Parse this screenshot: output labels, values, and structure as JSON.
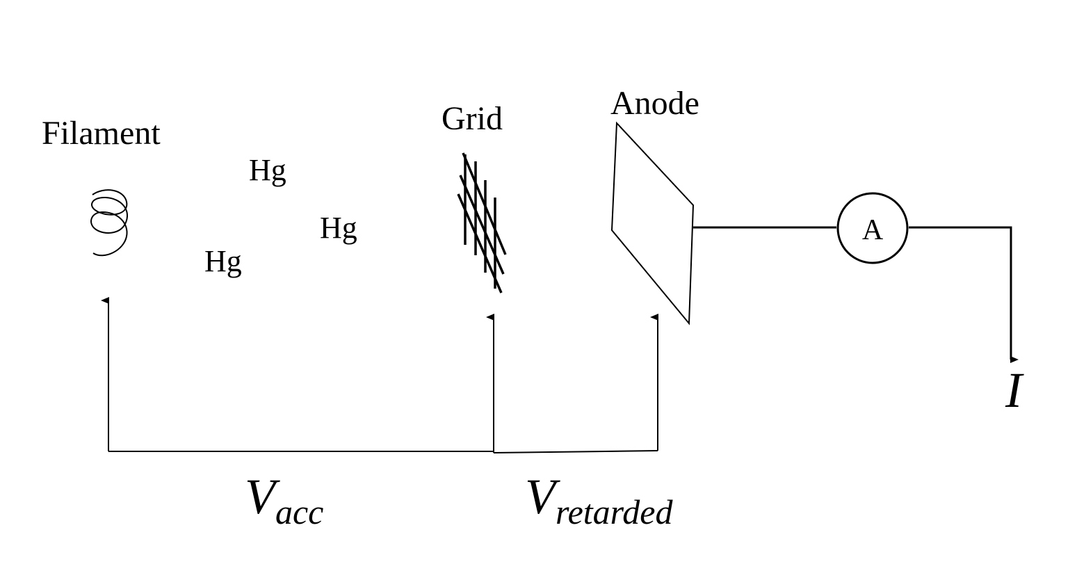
{
  "labels": {
    "filament": "Filament",
    "grid": "Grid",
    "anode": "Anode",
    "mercury_atoms": [
      "Hg",
      "Hg",
      "Hg"
    ],
    "ammeter": "A",
    "v_acc_main": "V",
    "v_acc_sub": "acc",
    "v_ret_main": "V",
    "v_ret_sub": "retarded",
    "current": "I"
  },
  "icons": {
    "filament": "coil-icon",
    "grid": "mesh-grid-icon",
    "anode": "plate-icon",
    "ammeter": "ammeter-icon"
  }
}
